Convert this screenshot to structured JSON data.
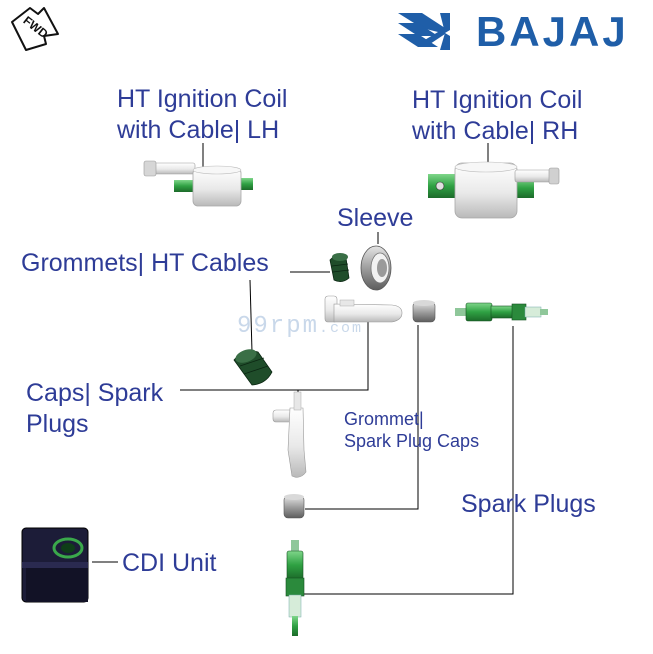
{
  "brand": {
    "name": "BAJAJ",
    "color": "#1f5ea8"
  },
  "direction_icon": {
    "name": "fwd-arrow-icon",
    "text": "FWD"
  },
  "watermark": {
    "main": "99rpm",
    "suffix": ".com"
  },
  "label_color": "#2e3c97",
  "labels": {
    "coil_lh": {
      "line1": "HT Ignition Coil",
      "line2": "with Cable| LH"
    },
    "coil_rh": {
      "line1": "HT Ignition Coil",
      "line2": "with Cable| RH"
    },
    "sleeve": "Sleeve",
    "grommets_ht": "Grommets| HT Cables",
    "caps_spark": {
      "line1": "Caps| Spark",
      "line2": "Plugs"
    },
    "grommet_caps": {
      "line1": "Grommet|",
      "line2": "Spark Plug Caps"
    },
    "spark_plugs": "Spark Plugs",
    "cdi": "CDI Unit"
  }
}
